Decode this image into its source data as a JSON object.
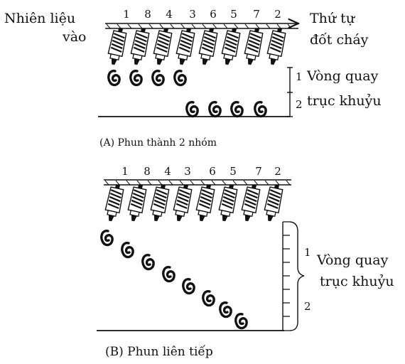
{
  "diagram_a": {
    "fuel_in_label_line1": "Nhiên liệu",
    "fuel_in_label_line2": "vào",
    "firing_order_label_line1": "Thứ tự",
    "firing_order_label_line2": "đốt cháy",
    "cylinder_numbers": [
      "1",
      "8",
      "4",
      "3",
      "6",
      "5",
      "7",
      "2"
    ],
    "revolution_1": "1",
    "revolution_2": "2",
    "crank_label_line1": "Vòng quay",
    "crank_label_line2": "trục khuỷu",
    "caption": "(A) Phun thành 2 nhóm"
  },
  "diagram_b": {
    "cylinder_numbers": [
      "1",
      "8",
      "4",
      "3",
      "6",
      "5",
      "7",
      "2"
    ],
    "revolution_1": "1",
    "revolution_2": "2",
    "crank_label_line1": "Vòng quay",
    "crank_label_line2": "trục khuỷu",
    "caption": "(B) Phun liên tiếp"
  },
  "colors": {
    "ink": "#111111",
    "background": "#ffffff"
  }
}
